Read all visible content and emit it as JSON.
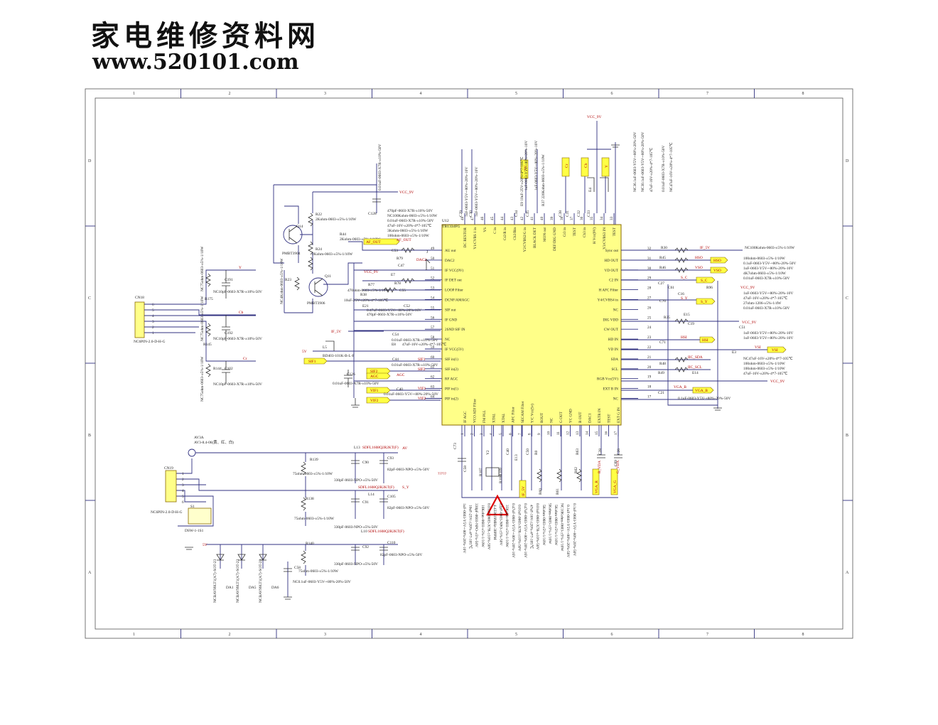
{
  "header": {
    "site_title": "家电维修资料网",
    "site_url": "www.520101.com"
  },
  "frame": {
    "cols": [
      "1",
      "2",
      "3",
      "4",
      "5",
      "6",
      "7",
      "8"
    ],
    "rows": [
      "D",
      "C",
      "B",
      "A"
    ]
  },
  "chip": {
    "ref": "U12",
    "part": "TB1334FG",
    "left_pins": [
      {
        "num": "49",
        "name": "AU out"
      },
      {
        "num": "50",
        "name": "DAC2"
      },
      {
        "num": "51",
        "name": "IF VCC(9V)"
      },
      {
        "num": "52",
        "name": "IF DET out"
      },
      {
        "num": "53",
        "name": "LOOP Filter"
      },
      {
        "num": "54",
        "name": "DCNF/AMAGC"
      },
      {
        "num": "55",
        "name": "SIF out"
      },
      {
        "num": "56",
        "name": "IF GND"
      },
      {
        "num": "57",
        "name": "2SND SIF IN"
      },
      {
        "num": "58",
        "name": "NC"
      },
      {
        "num": "59",
        "name": "IF VCC(5V)"
      },
      {
        "num": "60",
        "name": "SIF in(1)"
      },
      {
        "num": "61",
        "name": "SIF in(2)"
      },
      {
        "num": "62",
        "name": "RF AGC"
      },
      {
        "num": "63",
        "name": "PIF in(1)"
      },
      {
        "num": "64",
        "name": "PIF in(2)"
      }
    ],
    "right_pins": [
      {
        "num": "32",
        "name": "Sync out"
      },
      {
        "num": "31",
        "name": "HD OUT"
      },
      {
        "num": "30",
        "name": "VD OUT"
      },
      {
        "num": "29",
        "name": "C2 IN"
      },
      {
        "num": "28",
        "name": "H AFC Filter"
      },
      {
        "num": "27",
        "name": "Y4/CVBS4 in"
      },
      {
        "num": "26",
        "name": "NC"
      },
      {
        "num": "25",
        "name": "DIG VDD"
      },
      {
        "num": "24",
        "name": "CW OUT"
      },
      {
        "num": "23",
        "name": "HD IN"
      },
      {
        "num": "22",
        "name": "VD IN"
      },
      {
        "num": "21",
        "name": "SDA"
      },
      {
        "num": "20",
        "name": "SCL"
      },
      {
        "num": "19",
        "name": "RGB Vcc(5V)"
      },
      {
        "num": "18",
        "name": "EXT B IN"
      },
      {
        "num": "17",
        "name": "NC"
      }
    ],
    "top_pins": [
      {
        "num": "48",
        "name": "DC RESTOR"
      },
      {
        "num": "47",
        "name": "Y1/CVBS 1 in"
      },
      {
        "num": "46",
        "name": "YS"
      },
      {
        "num": "45",
        "name": "C in"
      },
      {
        "num": "44",
        "name": "Cr2/R in"
      },
      {
        "num": "43",
        "name": "Cb2/Bin"
      },
      {
        "num": "42",
        "name": "Y2/CVBS2/G in"
      },
      {
        "num": "41",
        "name": "BLACK DET"
      },
      {
        "num": "40",
        "name": "MON out"
      },
      {
        "num": "39",
        "name": "DEF/DIG GND"
      },
      {
        "num": "38",
        "name": "Cr3 in"
      },
      {
        "num": "37",
        "name": "TEST"
      },
      {
        "num": "36",
        "name": "Cb3 in"
      },
      {
        "num": "35",
        "name": "H Vcc(9V)"
      },
      {
        "num": "34",
        "name": "Y3/CVBS3 IN"
      },
      {
        "num": "33",
        "name": "TEST"
      }
    ],
    "bottom_pins": [
      {
        "num": "1",
        "name": "IF AGC"
      },
      {
        "num": "2",
        "name": "VCO ADJ Filter"
      },
      {
        "num": "3",
        "name": "FM PLL"
      },
      {
        "num": "4",
        "name": "XTAL"
      },
      {
        "num": "5",
        "name": "XTAL"
      },
      {
        "num": "6",
        "name": "APC Filter"
      },
      {
        "num": "7",
        "name": "SECAM Filter"
      },
      {
        "num": "8",
        "name": "Y/C Vcc(5v)"
      },
      {
        "num": "9",
        "name": "ROUT"
      },
      {
        "num": "10",
        "name": "NC"
      },
      {
        "num": "11",
        "name": "G OUT"
      },
      {
        "num": "12",
        "name": "YC GND"
      },
      {
        "num": "13",
        "name": "B OUT"
      },
      {
        "num": "14",
        "name": "DAC1"
      },
      {
        "num": "15",
        "name": "EXTR IN"
      },
      {
        "num": "16",
        "name": "TEST"
      },
      {
        "num": "17b",
        "name": "EXT G IN"
      }
    ]
  },
  "left_section": {
    "connector": {
      "ref": "CN18",
      "part": "NC6PIN-2.0-D-H-G",
      "pins": [
        "6",
        "5",
        "4",
        "3",
        "2",
        "1"
      ]
    },
    "nets": [
      "Y",
      "Cb",
      "Cr"
    ],
    "caps": [
      {
        "ref": "C191",
        "value": "NC10pF-0603-X7R-±10%-50V"
      },
      {
        "ref": "C192",
        "value": "NC10pF-0603-X7R-±10%-50V"
      },
      {
        "ref": "C102",
        "value": "NC10pF-0603-X7R-±10%-50V"
      }
    ],
    "resistors": [
      {
        "ref": "R175",
        "value": "NC75ohm-0603-±5%-1/10W"
      },
      {
        "ref": "R145",
        "value": "NC75ohm-0603-±5%-1/10W"
      },
      {
        "ref": "R144",
        "value": "NC75ohm-0603-±5%-1/10W"
      }
    ]
  },
  "if_section": {
    "transistors": [
      {
        "ref": "Q14",
        "part": "PMBT3904"
      },
      {
        "ref": "Q11",
        "part": "PMBT3906"
      }
    ],
    "resistors": [
      {
        "ref": "R22",
        "value": "2Kohm-0603-±5%-1/10W"
      },
      {
        "ref": "R24",
        "value": "2Kohm-0603-±5%-1/10W"
      },
      {
        "ref": "R44",
        "value": "2Kohm-0603-±5%-1/10W"
      },
      {
        "ref": "R23",
        "value": "NC4Kohm-0603-±5%-1/10W"
      },
      {
        "ref": "R79",
        "value": ""
      },
      {
        "ref": "R77",
        "value": ""
      },
      {
        "ref": "R38",
        "value": ""
      },
      {
        "ref": "R78",
        "value": ""
      }
    ],
    "caps": [
      {
        "ref": "C128",
        "value": "0.01uF-0603-X7R-±10%-50V"
      },
      {
        "ref": "C53",
        "value": ""
      },
      {
        "ref": "C47",
        "value": ""
      },
      {
        "ref": "C55",
        "value": ""
      },
      {
        "ref": "C52",
        "value": ""
      },
      {
        "ref": "C54",
        "value": ""
      },
      {
        "ref": "C44",
        "value": ""
      },
      {
        "ref": "C126",
        "value": ""
      },
      {
        "ref": "C40",
        "value": ""
      }
    ],
    "labels": {
      "af_out_tag": "AF_OUT",
      "af_out": "AF_OUT",
      "dac2": "DAC2",
      "vcc9": "VCC_9V",
      "if5v": "IF_5V",
      "v5": "5V",
      "sif1": "SIF1",
      "sif2": "SIF2",
      "agc": "AGC",
      "vif1": "VIF1",
      "vif2": "VIF2",
      "l5": "L5",
      "l5_part": "BD403-101K-B-L-F",
      "e7": "E7",
      "e21": "E21",
      "e8": "E8",
      "c_pins": "J"
    },
    "notes": [
      "470pF-0603-X7R-±10%-50V",
      "NC100Kohm-0603-±5%-1/10W",
      "0.01uF-0603-X7R-±10%-50V",
      "47uF-16V-±20%-4*7-105℃",
      "3Kohm-0603-±5%-1/10W",
      "100ohm-0603-±5%-1/10W",
      "470ohm-0603-±5%-1/10W",
      "10uF-25V-±20%-4*7-105℃",
      "0.47uF-0603-Y5V-+80%-20%-16V",
      "470pF-0603-X7R-±10%-50V",
      "0.01uF-0603-X7R-±10%-50V",
      "47uF-16V-±20%-4*7-105℃",
      "0.01uF-0603-X7R-±10%-50V",
      "0.01uF-0603-X7R-±10%-50V",
      "0.01uF-0603-Y5V-+80%-20%-50V"
    ]
  },
  "top_section": {
    "vcc": "VCC_9V",
    "net_labels": [
      "AV",
      "Cr",
      "Cb",
      "Y"
    ],
    "caps": [
      {
        "ref": "C29",
        "value": "1uF-0603-Y5V-+80%-20%-10V"
      },
      {
        "ref": "C30",
        "value": "1uF-0603-Y5V-+80%-20%-10V"
      },
      {
        "ref": "C34",
        "value": "1uF-0603-Y5V-+80%-20%-10V"
      },
      {
        "ref": "C35",
        "value": "1uF-0603-Y5V-+80%-20%-10V"
      },
      {
        "ref": "C38",
        "value": ""
      },
      {
        "ref": "C31",
        "value": ""
      },
      {
        "ref": "C32",
        "value": ""
      },
      {
        "ref": "C33",
        "value": ""
      }
    ],
    "extra": [
      "E9 10uF-25V-±20%-4*7-105℃",
      "R37 220Kohm-0603-±5%-1/10W",
      "E4",
      "NC36.1uF-0603-Y5V-+80%-20%-50V",
      "NC30.1uF-0603-Y5V-+80%-20%-50V",
      "47uF-16V-±20%-4*7-105℃",
      "0.01uF-0603-X7R-±10%-50V",
      "NC47uF-16V-±20%-4*7-105℃"
    ]
  },
  "right_section": {
    "labels": {
      "if5v": "IF_5V",
      "hso": "HSO",
      "vso": "VSO",
      "s_c": "S_C",
      "s_y": "S_Y",
      "vcc9": "VCC_9V",
      "hsi": "HSI",
      "vsi": "VSI",
      "iic_sda": "IIC_SDA",
      "iic_scl": "IIC_SCL",
      "vga_b": "VGA_B",
      "vcc9b": "VCC_9V"
    },
    "parts": [
      "R30",
      "R45",
      "R46",
      "C27",
      "R96",
      "C61",
      "C16",
      "C70",
      "E15",
      "R35",
      "C19",
      "C51",
      "C71",
      "E3",
      "R48",
      "R49",
      "E14",
      "C21"
    ],
    "notes": [
      "NC100Kohm-0603-±5%-1/10W",
      "100ohm-0603-±5%-1/10W",
      "0.1uF-0603-Y5V-+80%-20%-50V",
      "1uF-0603-Y5V-+80%-20%-10V",
      "4K7ohm-0603-±5%-1/10W",
      "0.01uF-0603-X7R-±10%-50V",
      "1uF-0603-Y5V-+80%-20%-10V",
      "47uF-16V-±20%-4*7-105℃",
      "27ohm-1206-±5%-1/4W",
      "0.01uF-0603-X7R-±10%-50V",
      "1uF-0603-Y5V-+80%-20%-10V",
      "1uF-0603-Y5V-+80%-20%-10V",
      "NC47uF-16V-±20%-4*7-105℃",
      "100ohm-0603-±5%-1/10W",
      "100ohm-0603-±5%-1/10W",
      "47uF-16V-±20%-4*7-105℃",
      "0.1uF-0603-Y5V-+80%-20%-50V"
    ]
  },
  "bottom_section": {
    "av_jack": {
      "ref": "AV3A",
      "part": "AV3-8.4-06(黄、红、白)"
    },
    "connector": {
      "ref": "CN19",
      "part": "NC6PIN-2.0-D-H-G",
      "pins": [
        "1",
        "2",
        "3",
        "4",
        "5",
        "6"
      ]
    },
    "switch": {
      "ref": "S1",
      "part": "DSW-1-1S1"
    },
    "nets": [
      "AV",
      "S_Y",
      "5V"
    ],
    "inductors": [
      {
        "ref": "L13",
        "part": "SDFL1608Q2R2KT(F)"
      },
      {
        "ref": "L14",
        "part": "SDFL1608Q2R2KT(F)"
      },
      {
        "ref": "L10",
        "part": "SDFL1608Q2R2KT(F)"
      }
    ],
    "resistors": [
      {
        "ref": "R139",
        "value": "75ohm-0603-±5%-1/10W"
      },
      {
        "ref": "R138",
        "value": "75ohm-0603-±5%-1/10W"
      },
      {
        "ref": "R140",
        "value": "75ohm-0603-±5%-1/10W"
      }
    ],
    "caps": [
      {
        "ref": "C90",
        "value": "330pF-0603-NPO-±5%-50V"
      },
      {
        "ref": "C93",
        "value": "82pF-0603-NPO-±5%-50V"
      },
      {
        "ref": "C91",
        "value": "330pF-0603-NPO-±5%-50V"
      },
      {
        "ref": "C105",
        "value": "82pF-0603-NPO-±5%-50V"
      },
      {
        "ref": "C92",
        "value": "330pF-0603-NPO-±5%-50V"
      },
      {
        "ref": "C110",
        "value": "82pF-0603-NPO-±5%-50V"
      },
      {
        "ref": "C58",
        "value": "NC0.1uF-0603-Y5V-+80%-20%-50V"
      }
    ],
    "diodes": [
      {
        "ref": "DA1",
        "part": "NCBAV99LT1(A7)-SOT-23"
      },
      {
        "ref": "DA5",
        "part": "NCBAV99LT1(A7)-SOT-23"
      },
      {
        "ref": "DA6",
        "part": "NCBAV99LT1(A7)-SOT-23"
      }
    ],
    "question_marks": "?????",
    "chip_bottom_parts": [
      "C73",
      "C58b",
      "R107",
      "Y2",
      "R109",
      "R108",
      "C40b",
      "E13",
      "C50",
      "R0",
      "R60",
      "R61",
      "R62",
      "R63",
      "C28",
      "C26",
      "C69"
    ],
    "chip_bottom_tags": [
      "VGA_R",
      "VGA_G",
      "IF_5V"
    ],
    "chip_bottom_nets": [
      "R_VDA",
      "G_VDA"
    ],
    "notes": [
      "1uF-0603-Y5V-+80%-20%-10V",
      "10uF-25V-±20%-4*7-105℃",
      "330pF-0603-NPO-±5%-50V",
      "10Kohm-0603-±5%-1/10W",
      "0.01uF-0603-X7R-±10%-50V",
      "4.433619MHz-30PPM",
      "22pF-0603-NPO-±5%-50V",
      "33Kohm-0603-±5%-1/10W",
      "0.47uF-0603-Y5V-+80%-20%-16V",
      "0.01uF-0603-X7R-±10%-50V",
      "0.47uF-0603-Y5V-+80%-20%-16V",
      "47uF-16V-±20%-4*7-105℃",
      "0.01uF-0603-X7R-±10%-50V",
      "5Kohm-0603-±5%-1/10W",
      "5Kohm-0603-±5%-1/10W",
      "5Kohm-0603-±5%-1/10W",
      "NC10Kohm-0603-±5%-1/10W",
      "0.1uF-0603-Y5V-+80%-20%-50V",
      "0.1uF-0603-Y5V-+80%-20%-50V"
    ]
  }
}
